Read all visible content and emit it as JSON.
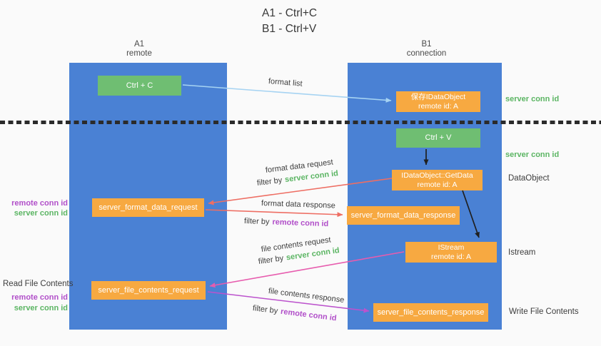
{
  "title": {
    "line1": "A1 - Ctrl+C",
    "line2": "B1 - Ctrl+V"
  },
  "columns": {
    "a1": {
      "name": "A1",
      "subtitle": "remote"
    },
    "b1": {
      "name": "B1",
      "subtitle": "connection"
    }
  },
  "nodes": {
    "ctrl_c": "Ctrl + C",
    "save_dataobject_line1": "保存IDataObject",
    "save_dataobject_line2": "remote id: A",
    "ctrl_v": "Ctrl + V",
    "getdata_line1": "IDataObject::GetData",
    "getdata_line2": "remote id: A",
    "format_request": "server_format_data_request",
    "format_response": "server_format_data_response",
    "istream_line1": "IStream",
    "istream_line2": "remote id: A",
    "file_request": "server_file_contents_request",
    "file_response": "server_file_contents_response"
  },
  "arrow_labels": {
    "format_list": "format list",
    "format_data_request": {
      "line1": "format data request",
      "filter": "filter by",
      "id": "server conn id"
    },
    "format_data_response": {
      "line1": "format data response",
      "filter": "filter by",
      "id": "remote conn id"
    },
    "file_contents_request": {
      "line1": "file contents request",
      "filter": "filter by",
      "id": "server conn id"
    },
    "file_contents_response": {
      "line1": "file contents response",
      "filter": "filter by",
      "id": "remote conn id"
    }
  },
  "annotations": {
    "right": {
      "server_conn_id_1": "server conn id",
      "server_conn_id_2": "server conn id",
      "dataobject": "DataObject",
      "istream": "Istream",
      "write_file_contents": "Write File Contents"
    },
    "left": {
      "remote_conn_id_1": "remote conn id",
      "server_conn_id_1": "server conn id",
      "read_file_contents": "Read File Contents",
      "remote_conn_id_2": "remote conn id",
      "server_conn_id_2": "server conn id"
    }
  },
  "colors": {
    "blue_col": "#4a81d4",
    "green_box": "#6fbe72",
    "orange_box": "#f7a941",
    "green_id": "#5bb563",
    "purple_id": "#b14fc9",
    "salmon": "#ee6e63",
    "skyblue": "#a6d3f2",
    "pink": "#e75cae",
    "purple_arrow": "#bc53cd",
    "black_arrow": "#1f1f1f"
  }
}
